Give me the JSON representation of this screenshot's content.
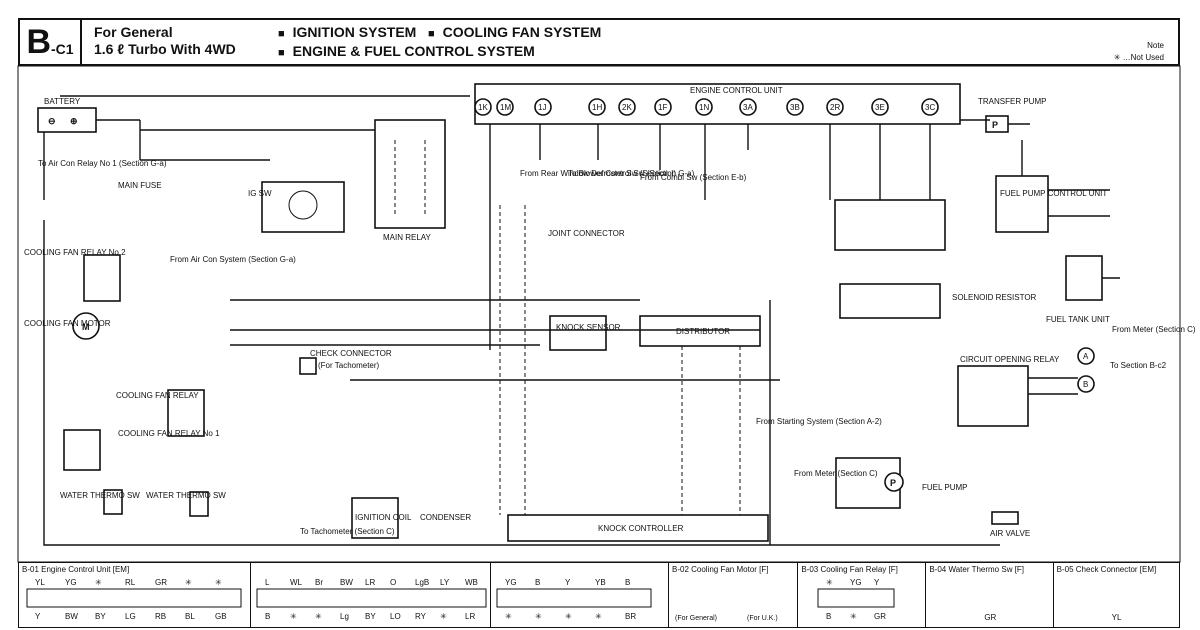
{
  "header": {
    "code_main": "B",
    "code_sub": "-C1",
    "model_line1": "For General",
    "model_line2": "1.6 ℓ Turbo With 4WD",
    "system1": "IGNITION SYSTEM",
    "system2": "COOLING FAN SYSTEM",
    "system3": "ENGINE & FUEL CONTROL SYSTEM",
    "note_title": "Note",
    "note_text": "✳ …Not Used"
  },
  "components": {
    "ecu": "ENGINE CONTROL UNIT",
    "battery": "BATTERY",
    "main_relay": "MAIN RELAY",
    "ig_sw": "IG SW",
    "main_fuse": "MAIN FUSE",
    "cooling_fan_relay_2": "COOLING FAN RELAY No 2",
    "cooling_fan_motor": "COOLING FAN MOTOR",
    "cooling_fan_relay": "COOLING FAN RELAY",
    "cooling_fan_relay_1": "COOLING FAN RELAY No 1",
    "water_thermo_105": "WATER THERMO SW",
    "water_thermo_91": "WATER THERMO SW",
    "check_connector": "CHECK CONNECTOR",
    "ignition_coil": "IGNITION COIL",
    "condenser": "CONDENSER",
    "knock_sensor": "KNOCK SENSOR",
    "distributor": "DISTRIBUTOR",
    "knock_controller": "KNOCK CONTROLLER",
    "joint_connector": "JOINT CONNECTOR",
    "solenoid_resistor": "SOLENOID RESISTOR",
    "transfer_pump": "TRANSFER PUMP",
    "fuel_pump_control_unit": "FUEL PUMP CONTROL UNIT",
    "fuel_tank_unit": "FUEL TANK UNIT",
    "circuit_opening_relay": "CIRCUIT OPENING RELAY",
    "fuel_pump": "FUEL PUMP",
    "air_valve": "AIR VALVE"
  },
  "ecu_pins": [
    "1K",
    "1M",
    "1J",
    "1H",
    "2K",
    "1F",
    "1N",
    "3A",
    "3B",
    "2R",
    "3E",
    "3C"
  ],
  "references": {
    "air_con_relay": "To Air Con Relay No 1 (Section G-a)",
    "air_con_system": "From Air Con System (Section G-a)",
    "rear_window": "From Rear Window Defroster Sw (Section I)",
    "blower": "To Blower Control Sw (Section G-a)",
    "combi": "From Combi Sw (Section E-b)",
    "tachometer": "To Tachometer (Section C)",
    "starting_system": "From Starting System (Section A-2)",
    "meter1": "From Meter (Section C)",
    "meter2": "From Meter (Section C)",
    "section_b_c2": "To Section B-c2",
    "for_tach": "(For Tachometer)"
  },
  "legend": [
    {
      "title": "B-01 Engine Control Unit [EM]",
      "top": [
        "YL",
        "YG",
        "✳",
        "RL",
        "GR",
        "✳",
        "✳"
      ],
      "bottom": [
        "Y",
        "BW",
        "BY",
        "LG",
        "RB",
        "BL",
        "GB"
      ]
    },
    {
      "title": "",
      "top": [
        "L",
        "WL",
        "Br",
        "BW",
        "LR",
        "O",
        "LgB",
        "LY",
        "WB"
      ],
      "bottom": [
        "B",
        "✳",
        "✳",
        "Lg",
        "BY",
        "LO",
        "RY",
        "✳",
        "LR"
      ]
    },
    {
      "title": "",
      "top": [
        "YG",
        "B",
        "Y",
        "YB",
        "B"
      ],
      "bottom": [
        "✳",
        "✳",
        "✳",
        "✳",
        "BR"
      ]
    },
    {
      "title": "B-02 Cooling Fan Motor [F]",
      "sub1": "(For General)",
      "sub2": "(For U.K.)"
    },
    {
      "title": "B-03 Cooling Fan Relay [F]",
      "top": [
        "✳",
        "YG",
        "Y"
      ],
      "bottom": [
        "B",
        "✳",
        "GR"
      ]
    },
    {
      "title": "B-04 Water Thermo Sw [F]",
      "bottom": [
        "GR"
      ]
    },
    {
      "title": "B-05 Check Connector [EM]",
      "bottom": [
        "YL"
      ]
    }
  ]
}
